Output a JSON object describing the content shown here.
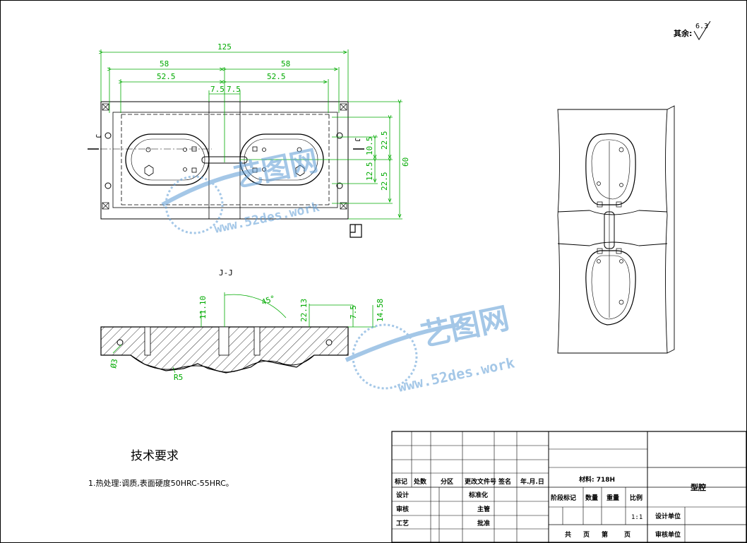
{
  "roughness": {
    "label": "其余:",
    "value": "6.3"
  },
  "plan_view": {
    "dims": {
      "overall_width": "125",
      "left_half": "58",
      "right_half": "58",
      "left_inner": "52.5",
      "right_inner": "52.5",
      "center_left": "7.5",
      "center_right": "7.5",
      "overall_height": "60",
      "upper_outer": "22.5",
      "upper_inner": "10.5",
      "lower_inner": "12.5",
      "lower_outer": "22.5"
    },
    "section_mark_left": "J",
    "section_mark_right": "J"
  },
  "section_view": {
    "title": "J-J",
    "dims": {
      "depth_a": "11.10",
      "angle": "45°",
      "depth_b": "22.13",
      "depth_c": "7.5",
      "depth_d": "14.58",
      "hole_dia": "Ø3",
      "radius": "R5"
    }
  },
  "watermark": {
    "brand": "艺图网",
    "url": "www.52des.work"
  },
  "notes": {
    "title": "技术要求",
    "item_1": "1.热处理:调质,表面硬度50HRC-55HRC。"
  },
  "title_block": {
    "mark": "标记",
    "count": "处数",
    "zone": "分区",
    "change_doc": "更改文件号",
    "signature": "签名",
    "date": "年.月.日",
    "design": "设计",
    "standardization": "标准化",
    "review": "审核",
    "process": "工艺",
    "supervisor": "主管",
    "approve": "批准",
    "material": "材料: 718H",
    "stage_mark": "阶段标记",
    "quantity": "数量",
    "weight": "重量",
    "scale_label": "比例",
    "scale_value": "1:1",
    "part_name": "型腔",
    "design_unit": "设计单位",
    "review_unit": "审核单位",
    "total": "共",
    "sheet_word": "页",
    "page_no": "第",
    "page_word": "页"
  }
}
